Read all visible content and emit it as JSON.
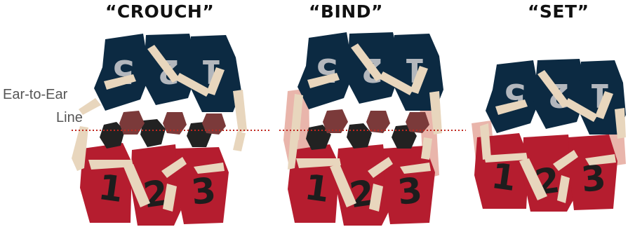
{
  "stages": [
    {
      "title": "“CROUCH”"
    },
    {
      "title": "“BIND”"
    },
    {
      "title": "“SET”"
    }
  ],
  "line_label": {
    "line1": "Ear-to-Ear",
    "line2": "Line"
  },
  "front_row_numbers": [
    "5",
    "2",
    "1"
  ],
  "back_row_numbers": [
    "1",
    "2",
    "3"
  ],
  "colors": {
    "navy_team": "#0c2a42",
    "red_team": "#b51d2f",
    "arm_tan": "#e8d6bd",
    "number_grey": "#b3b7bd",
    "number_dark": "#1d1d1d",
    "head_dark": "#222222",
    "head_brown": "#7b3a3a",
    "line_dotted": "#c0281f",
    "bind_shadow": "#e9b5ab"
  }
}
